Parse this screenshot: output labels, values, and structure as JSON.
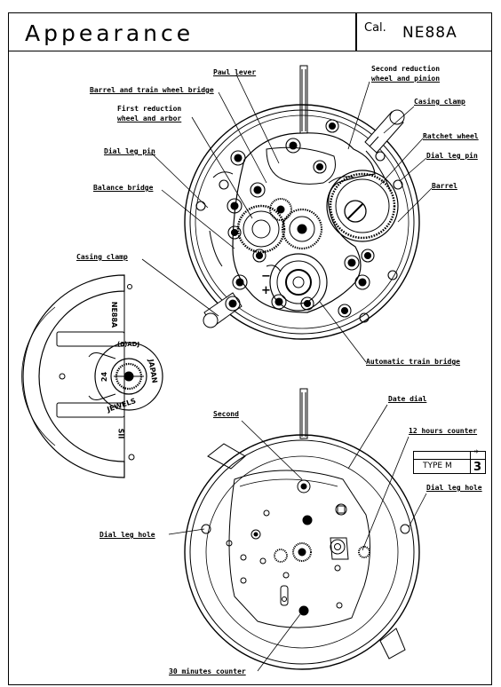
{
  "header": {
    "title": "Appearance",
    "cal_label": "Cal.",
    "cal_value": "NE88A"
  },
  "labels": {
    "pawl_lever": "Pawl lever",
    "second_reduction_1": "Second reduction",
    "second_reduction_2": "wheel and pinion",
    "barrel_bridge": "Barrel and train wheel bridge",
    "casing_clamp_top": "Casing clamp",
    "first_reduction_1": "First reduction",
    "first_reduction_2": "wheel and arbor",
    "ratchet_wheel": "Ratchet wheel",
    "dial_leg_pin_left": "Dial leg pin",
    "dial_leg_pin_right": "Dial leg pin",
    "barrel": "Barrel",
    "balance_bridge": "Balance bridge",
    "casing_clamp_left": "Casing clamp",
    "automatic_train_bridge": "Automatic train bridge",
    "date_dial": "Date dial",
    "second": "Second",
    "twelve_hours_counter": "12 hours counter",
    "dial_leg_hole_right": "Dial leg hole",
    "dial_leg_hole_left": "Dial leg hole",
    "thirty_minutes_counter": "30 minutes counter"
  },
  "rotor_text": {
    "japan": "JAPAN",
    "jewels": "JEWELS",
    "twenty_four": "24",
    "seiko_top": "NE88A",
    "seiko_bottom": "SII",
    "zero_adj": "(0)ADJ"
  },
  "balance_marks": {
    "minus": "−",
    "plus": "+"
  },
  "type_box": {
    "type_label": "TYPE M",
    "star": "*",
    "number": "3"
  }
}
